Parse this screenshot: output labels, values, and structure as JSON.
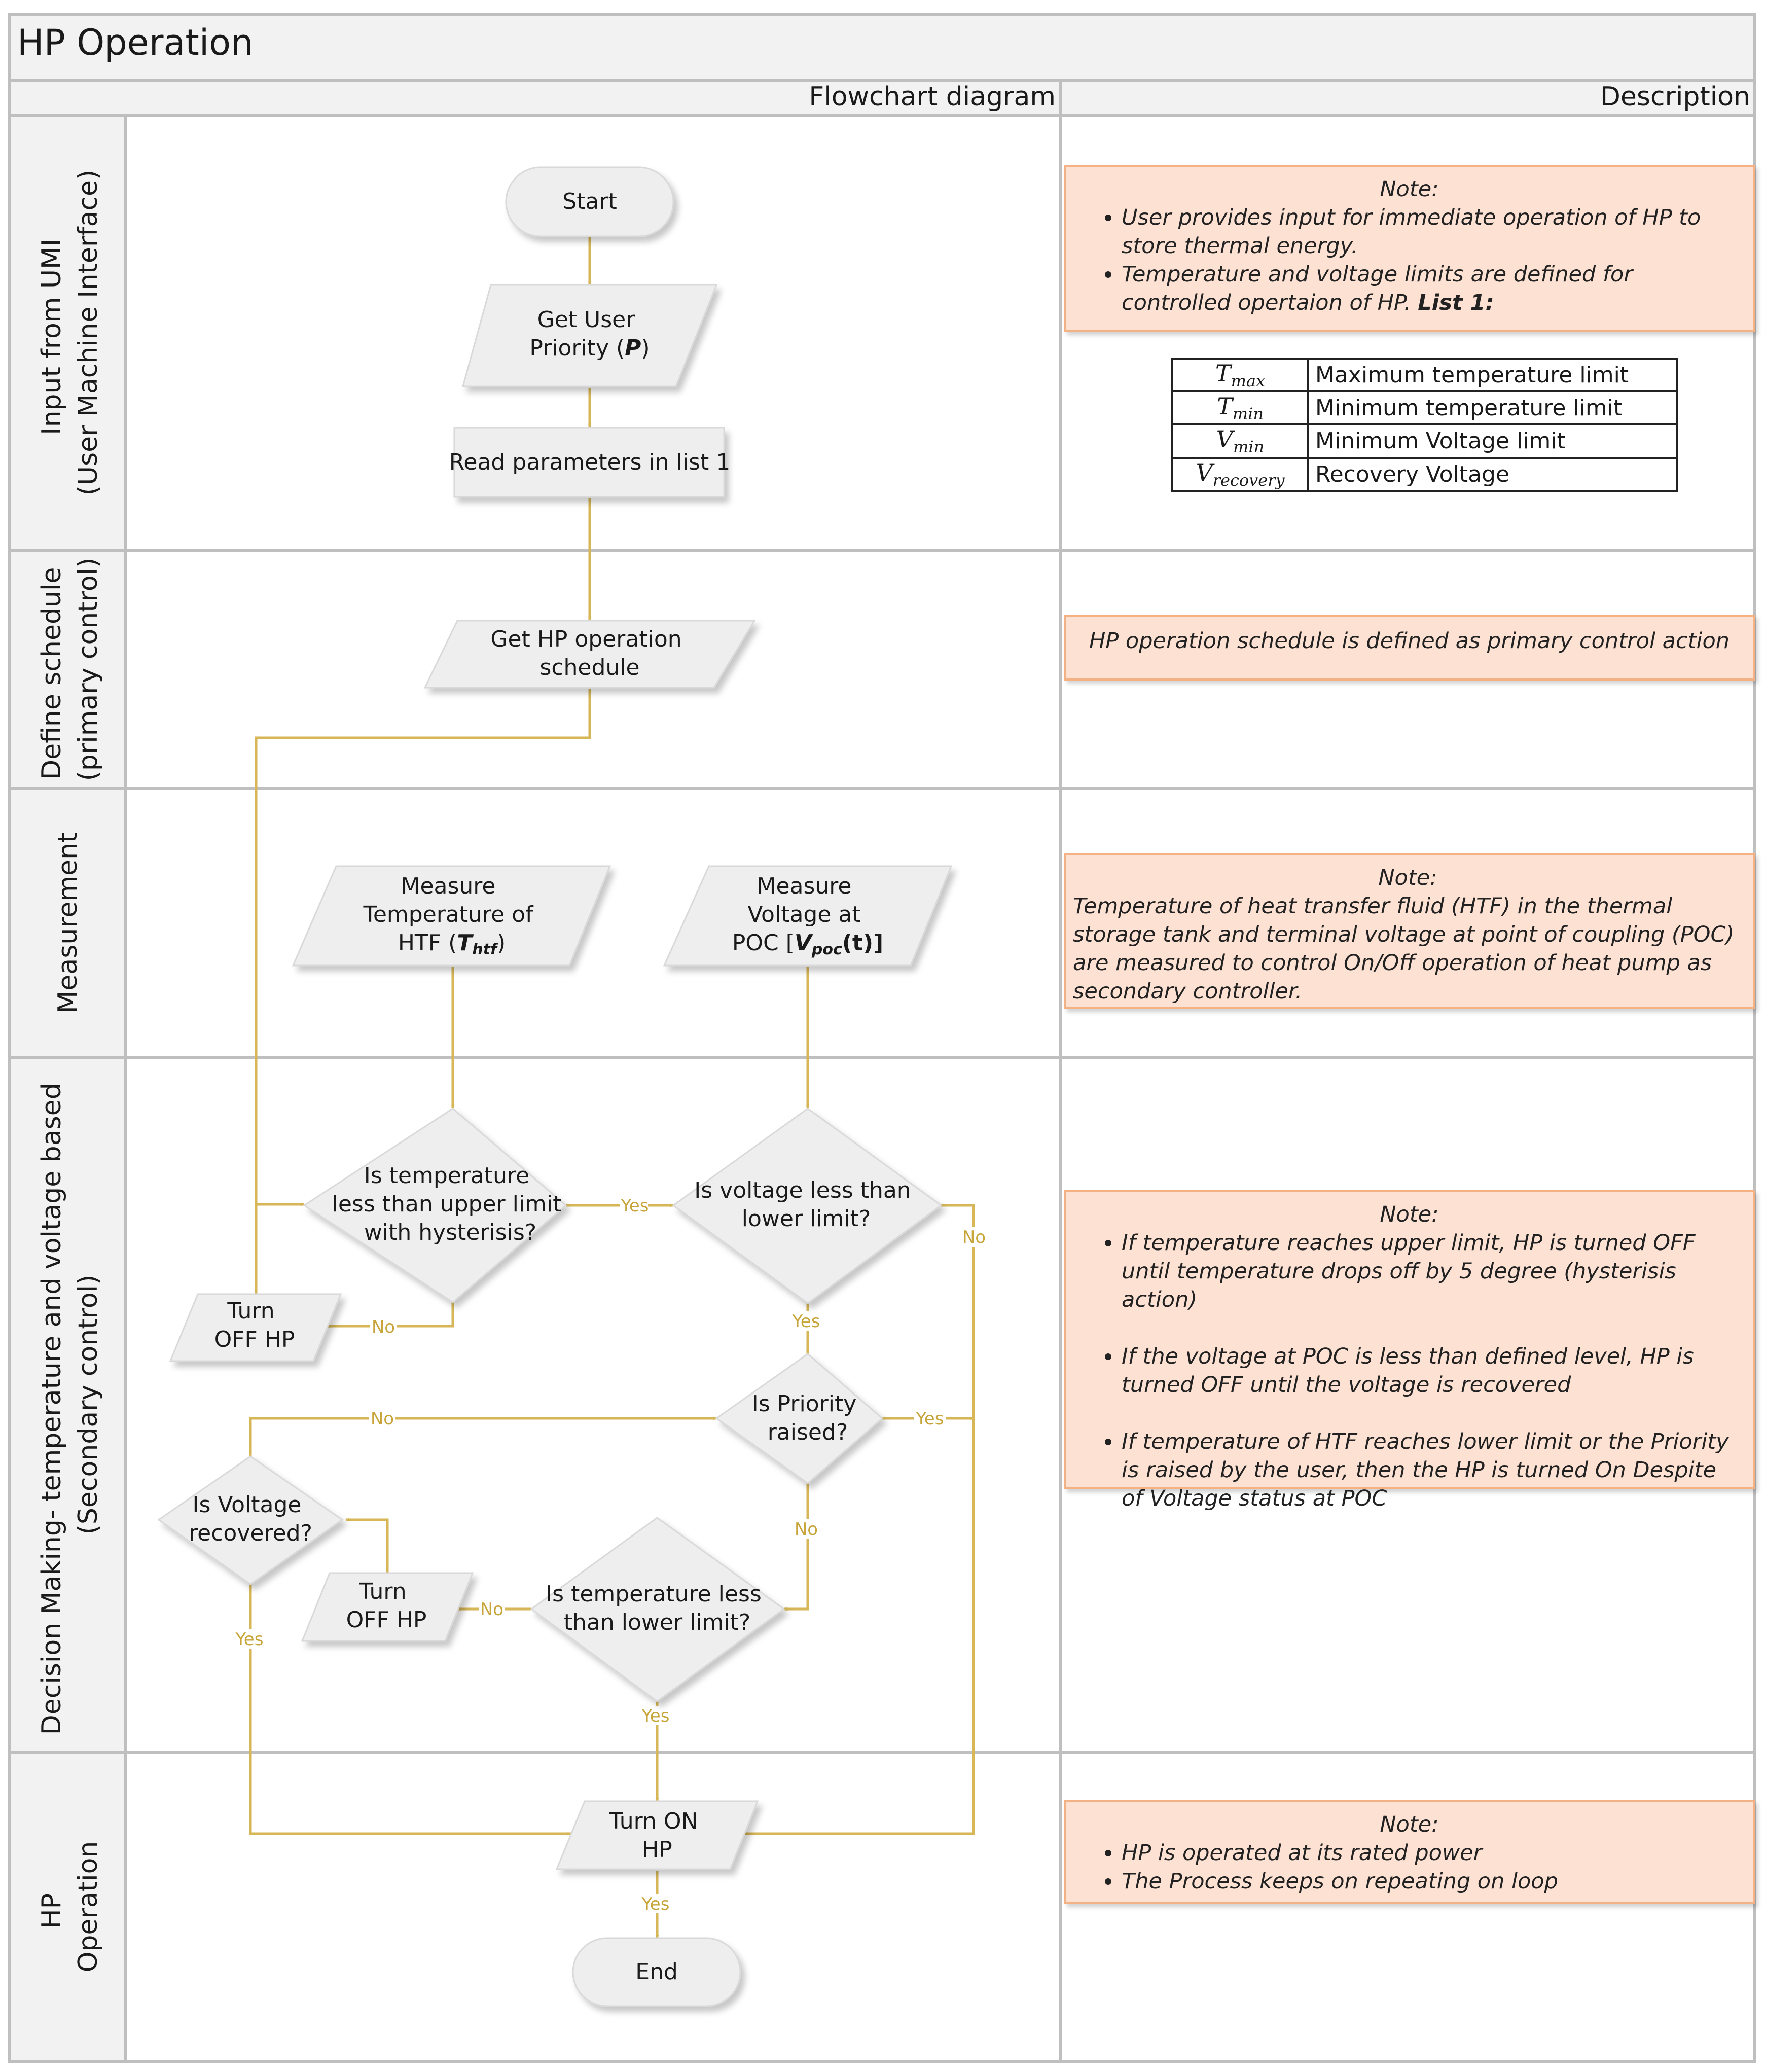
{
  "header": {
    "title": "HP Operation",
    "col_flowchart": "Flowchart diagram",
    "col_description": "Description"
  },
  "lanes": [
    {
      "line1": "Input from UMI",
      "line2": "(User Machine Interface)"
    },
    {
      "line1": "Define  schedule",
      "line2": "(primary control)"
    },
    {
      "line1": "Measurement",
      "line2": ""
    },
    {
      "line1": "Decision Making- temperature and voltage based",
      "line2": "(Secondary control)"
    },
    {
      "line1": "HP",
      "line2": "Operation"
    }
  ],
  "nodes": {
    "start": "Start",
    "get_priority_1": "Get User",
    "get_priority_2": "Priority (",
    "get_priority_var": "P",
    "get_priority_3": ")",
    "read_params": "Read parameters in list 1",
    "schedule_1": "Get HP operation",
    "schedule_2": "schedule",
    "measure_temp_1": "Measure",
    "measure_temp_2": "Temperature of",
    "measure_temp_3": "HTF (",
    "measure_temp_var": "T",
    "measure_temp_sub": "htf",
    "measure_temp_4": ")",
    "measure_volt_1": "Measure",
    "measure_volt_2": "Voltage at",
    "measure_volt_3": "POC [",
    "measure_volt_var": "V",
    "measure_volt_sub": "poc",
    "measure_volt_4": "(t)]",
    "dec_temp_upper_1": "Is temperature",
    "dec_temp_upper_2": "less than upper limit",
    "dec_temp_upper_3": "with hysterisis?",
    "dec_volt_lower_1": "Is voltage less than",
    "dec_volt_lower_2": "lower limit?",
    "turn_off_1_a": "Turn",
    "turn_off_1_b": "OFF HP",
    "dec_priority_1": "Is Priority",
    "dec_priority_2": "raised?",
    "dec_volt_rec_1": "Is Voltage",
    "dec_volt_rec_2": "recovered?",
    "turn_off_2_a": "Turn",
    "turn_off_2_b": "OFF HP",
    "dec_temp_lower_1": "Is temperature less",
    "dec_temp_lower_2": "than lower limit?",
    "turn_on_1": "Turn ON",
    "turn_on_2": "HP",
    "end": "End"
  },
  "edge_labels": {
    "yes": "Yes",
    "no": "No"
  },
  "descriptions": {
    "note_label": "Note:",
    "input_b1": "User provides input for immediate operation of HP to store thermal energy.",
    "input_b2": "Temperature and voltage limits are defined for controlled opertaion of HP.",
    "input_b2_bold": "List 1:",
    "schedule": "HP operation schedule is defined as primary control action",
    "measurement": "Temperature of heat transfer fluid (HTF) in the thermal storage tank and terminal voltage at point of coupling (POC) are measured to control On/Off operation of heat pump as secondary controller.",
    "decision_b1": "If temperature reaches upper limit, HP is turned OFF until temperature drops off by 5 degree (hysterisis action)",
    "decision_b2": "If the voltage at POC is less than defined level, HP is turned OFF until the voltage is recovered",
    "decision_b3": "If temperature of HTF reaches lower limit or the Priority is raised by the user, then the HP is turned On Despite of Voltage status at POC",
    "operation_b1": "HP is operated at its rated power",
    "operation_b2": "The Process keeps on repeating on loop"
  },
  "list1": [
    {
      "sym": "T",
      "sub": "max",
      "desc": "Maximum temperature limit"
    },
    {
      "sym": "T",
      "sub": "min",
      "desc": "Minimum temperature limit"
    },
    {
      "sym": "V",
      "sub": "min",
      "desc": "Minimum Voltage limit"
    },
    {
      "sym": "V",
      "sub": "recovery",
      "desc": "Recovery Voltage"
    }
  ],
  "colors": {
    "frame": "#bfbfbf",
    "lane_label_bg": "#f2f2f2",
    "shape_fill": "#eeeeee",
    "connector": "#d6b656",
    "note_fill": "#fde1d3",
    "note_border": "#f4b183"
  }
}
